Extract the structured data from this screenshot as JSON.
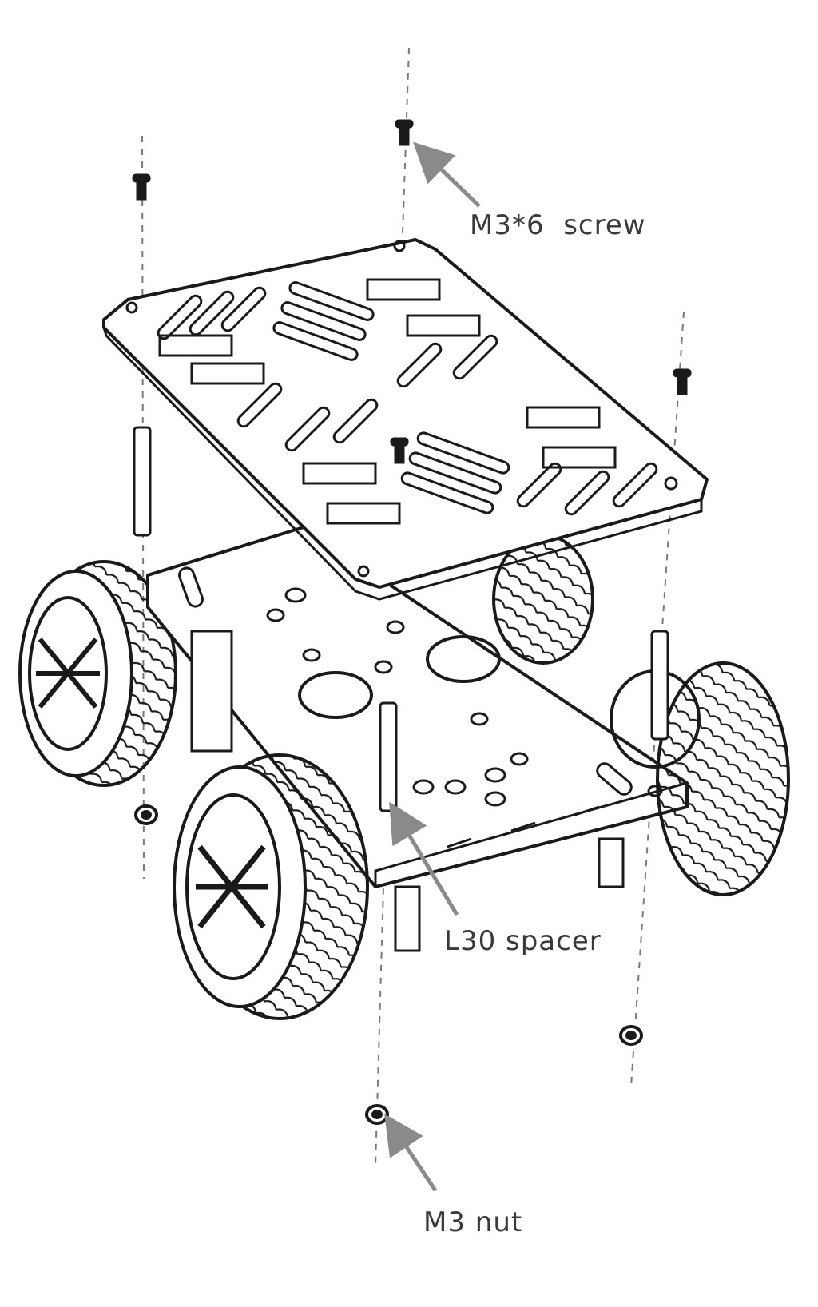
{
  "labels": {
    "screw": "M3*6  screw",
    "spacer": "L30 spacer",
    "nut": "M3 nut"
  },
  "colors": {
    "line": "#1a1a1a",
    "arrow": "#8a8a8a",
    "dash": "#7a7a7a",
    "text": "#3a3a3a"
  }
}
